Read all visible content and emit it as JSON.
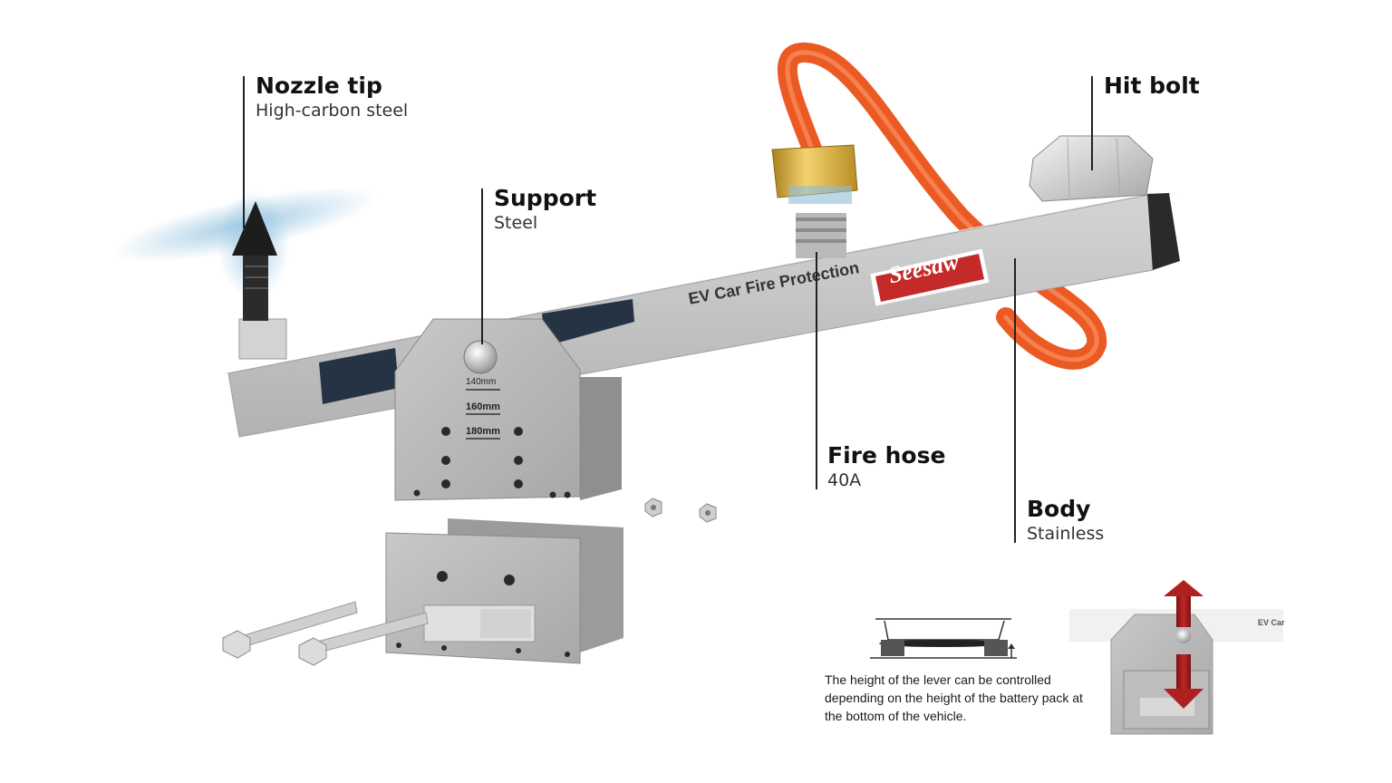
{
  "callouts": {
    "nozzle": {
      "title": "Nozzle tip",
      "sub": "High-carbon steel"
    },
    "support": {
      "title": "Support",
      "sub": "Steel"
    },
    "hit_bolt": {
      "title": "Hit bolt",
      "sub": ""
    },
    "fire_hose": {
      "title": "Fire hose",
      "sub": "40A"
    },
    "body": {
      "title": "Body",
      "sub": "Stainless"
    }
  },
  "product": {
    "body_print": "EV Car Fire Protection",
    "brand": "Seesaw",
    "bracket_marks": [
      "140mm",
      "160mm",
      "180mm"
    ]
  },
  "caption": "The height of the lever can be controlled depending on the height of the battery pack at the bottom of the vehicle.",
  "inset": {
    "body_print": "EV Car"
  },
  "colors": {
    "steel_light": "#e6e6e6",
    "steel_mid": "#c4c4c4",
    "steel_dark": "#9a9a9a",
    "hose": "#ec5a24",
    "brass": "#d9b044",
    "brand_red": "#c42a2a",
    "arrow_red": "#b0201f",
    "water": "#8fbcd9"
  }
}
